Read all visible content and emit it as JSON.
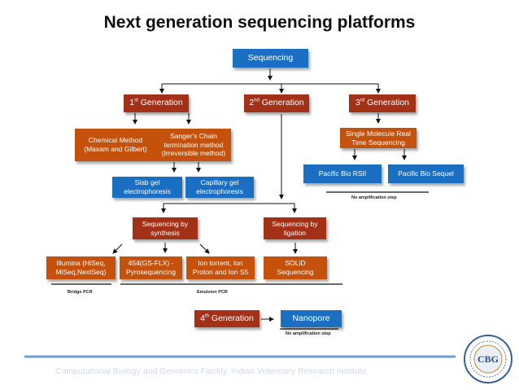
{
  "title": "Next generation sequencing platforms",
  "root": "Sequencing",
  "gen1": {
    "num": "1",
    "sup": "st",
    "rest": " Generation"
  },
  "gen2": {
    "num": "2",
    "sup": "nd",
    "rest": " Generation"
  },
  "gen3": {
    "num": "3",
    "sup": "rd",
    "rest": " Generation"
  },
  "gen4": {
    "num": "4",
    "sup": "th",
    "rest": " Generation"
  },
  "chemical": "Chemical Method (Maxam and Gilbert)",
  "sanger": "Sanger's Chain termination method (Irreversible method)",
  "slab": "Slab gel electrophoresis",
  "capillary": "Capillary gel electrophoresis",
  "smrt": "Single Molecule Real Time Sequencing",
  "pacbio_rsii": "Pacific Bio RSII",
  "pacbio_sequel": "Pacific Bio Sequel",
  "no_amp_1": "No amplification step",
  "seq_synthesis": "Sequencing by synthesis",
  "seq_ligation": "Sequencing by ligation",
  "illumina": "Illumina (HiSeq, MiSeq,NextSeq)",
  "p454": "454(GS-FLX) - Pyrosequencing",
  "iontorrent": "Ion torrent, Ion Proton and Ion S5",
  "solid": "SOLiD Sequencing",
  "bridge_pcr": "Bridge PCR",
  "emulsion_pcr": "Emulsion PCR",
  "nanopore": "Nanopore",
  "no_amp_2": "No amplification step",
  "footer": "Computational Biology and Genomics Facility, Indian Veterinary Research Institute",
  "logo_text": "CBG",
  "colors": {
    "blue": "#1b6fc2",
    "red": "#a23117",
    "orange": "#c4520d",
    "rule": "#6b9fd3"
  }
}
